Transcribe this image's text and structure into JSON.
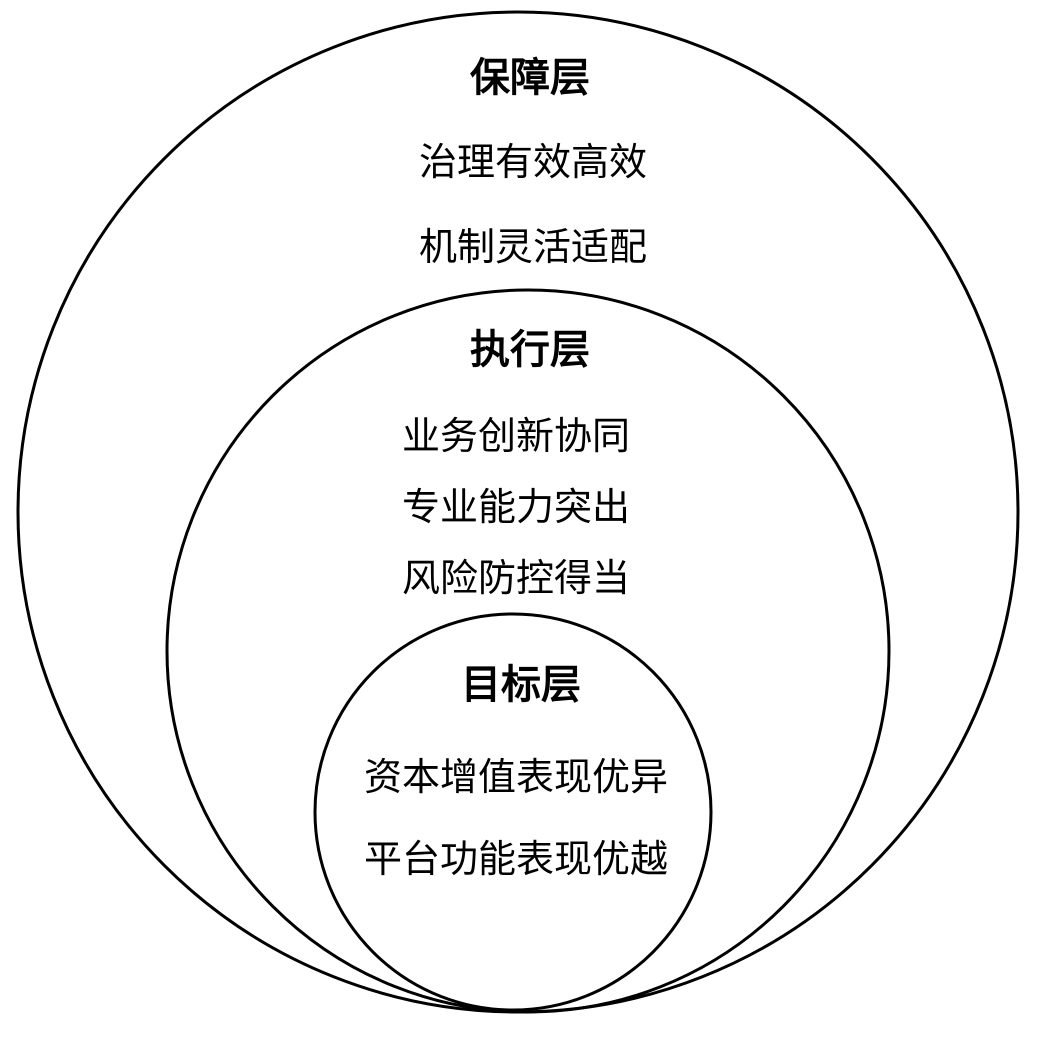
{
  "layers": {
    "outer": {
      "title": "保障层",
      "items": [
        "治理有效高效",
        "机制灵活适配"
      ]
    },
    "middle": {
      "title": "执行层",
      "items": [
        "业务创新协同",
        "专业能力突出",
        "风险防控得当"
      ]
    },
    "inner": {
      "title": "目标层",
      "items": [
        "资本增值表现优异",
        "平台功能表现优越"
      ]
    }
  },
  "colors": {
    "stroke": "#000000",
    "background": "#ffffff"
  }
}
